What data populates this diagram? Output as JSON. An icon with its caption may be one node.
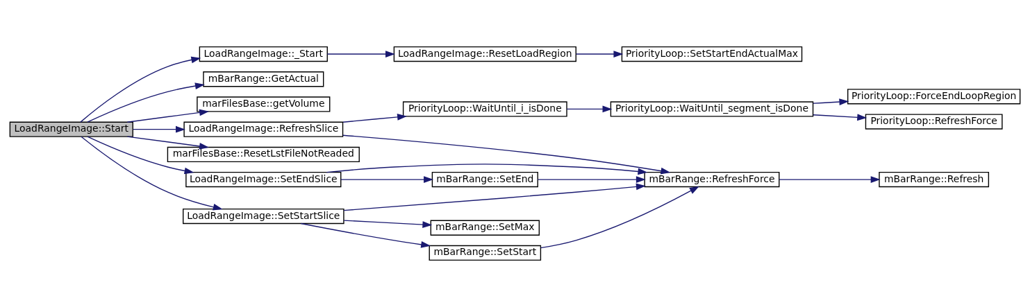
{
  "diagram": {
    "nodes": [
      {
        "text": [
          "LoadRangeImage::Start"
        ]
      },
      {
        "text": [
          "LoadRangeImage::_Start"
        ]
      },
      {
        "text": [
          "mBarRange::GetActual"
        ]
      },
      {
        "text": [
          "marFilesBase::getVolume"
        ]
      },
      {
        "text": [
          "LoadRangeImage::RefreshSlice"
        ]
      },
      {
        "text": [
          "marFilesBase::ResetLstFileNotReaded"
        ]
      },
      {
        "text": [
          "LoadRangeImage::SetEndSlice"
        ]
      },
      {
        "text": [
          "LoadRangeImage::SetStartSlice"
        ]
      },
      {
        "text": [
          "LoadRangeImage::ResetLoadRegion"
        ]
      },
      {
        "text": [
          "PriorityLoop::SetStartEndActualMax"
        ]
      },
      {
        "text": [
          "PriorityLoop::WaitUntil_i_isDone"
        ]
      },
      {
        "text": [
          "PriorityLoop::WaitUntil_segment_isDone"
        ]
      },
      {
        "text": [
          "PriorityLoop::ForceEndLoopRegion"
        ]
      },
      {
        "text": [
          "PriorityLoop::RefreshForce"
        ]
      },
      {
        "text": [
          "mBarRange::RefreshForce"
        ]
      },
      {
        "text": [
          "mBarRange::SetEnd"
        ]
      },
      {
        "text": [
          "mBarRange::SetMax"
        ]
      },
      {
        "text": [
          "mBarRange::SetStart"
        ]
      },
      {
        "text": [
          "mBarRange::Refresh"
        ]
      }
    ],
    "edges": [
      {
        "from": 0,
        "to": 1,
        "arrow": "to"
      },
      {
        "from": 0,
        "to": 2,
        "arrow": "to"
      },
      {
        "from": 0,
        "to": 3,
        "arrow": "to"
      },
      {
        "from": 0,
        "to": 4,
        "arrow": "to"
      },
      {
        "from": 0,
        "to": 5,
        "arrow": "to"
      },
      {
        "from": 0,
        "to": 6,
        "arrow": "to"
      },
      {
        "from": 0,
        "to": 7,
        "arrow": "to"
      },
      {
        "from": 1,
        "to": 8,
        "arrow": "to"
      },
      {
        "from": 8,
        "to": 9,
        "arrow": "to"
      },
      {
        "from": 4,
        "to": 10,
        "arrow": "to"
      },
      {
        "from": 10,
        "to": 11,
        "arrow": "to"
      },
      {
        "from": 11,
        "to": 12,
        "arrow": "to"
      },
      {
        "from": 11,
        "to": 13,
        "arrow": "to"
      },
      {
        "from": 4,
        "to": 14,
        "arrow": "to"
      },
      {
        "from": 6,
        "to": 14,
        "arrow": "to"
      },
      {
        "from": 6,
        "to": 15,
        "arrow": "to"
      },
      {
        "from": 15,
        "to": 14,
        "arrow": "to"
      },
      {
        "from": 7,
        "to": 14,
        "arrow": "to"
      },
      {
        "from": 7,
        "to": 16,
        "arrow": "to"
      },
      {
        "from": 7,
        "to": 17,
        "arrow": "to"
      },
      {
        "from": 17,
        "to": 14,
        "arrow": "to"
      },
      {
        "from": 14,
        "to": 18,
        "arrow": "to"
      }
    ]
  }
}
